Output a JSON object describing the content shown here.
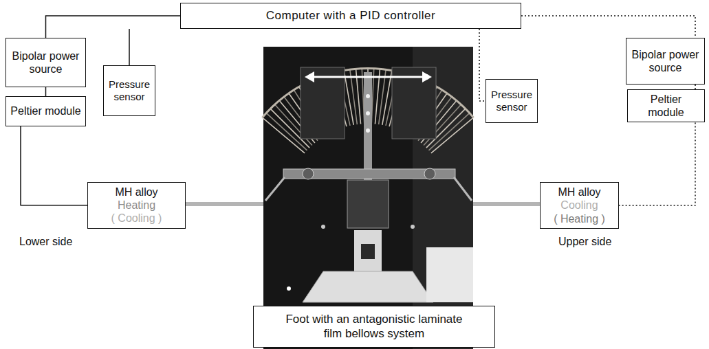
{
  "diagram": {
    "nodes": [
      {
        "text": [
          "Computer  with a PID controller"
        ]
      },
      {
        "text": [
          "Bipolar power source"
        ]
      },
      {
        "text": [
          "Peltier module"
        ]
      },
      {
        "text": [
          "Pressure sensor"
        ]
      },
      {
        "text": [
          "MH alloy",
          "Heating",
          "( Cooling )"
        ]
      },
      {
        "text": [
          "Pressure sensor"
        ]
      },
      {
        "text": [
          "Bipolar power source"
        ]
      },
      {
        "text": [
          "Peltier module"
        ]
      },
      {
        "text": [
          "MH alloy",
          "Cooling",
          "( Heating )"
        ]
      },
      {
        "text": [
          "Foot with an antagonistic laminate film bellows system"
        ]
      }
    ],
    "edges": [
      {
        "from": 0,
        "to": 1,
        "arrow": "none"
      },
      {
        "from": 0,
        "to": 3,
        "arrow": "none"
      },
      {
        "from": 1,
        "to": 2,
        "arrow": "none"
      },
      {
        "from": 2,
        "to": 4,
        "arrow": "none"
      },
      {
        "from": 0,
        "to": 5,
        "arrow": "none"
      },
      {
        "from": 0,
        "to": 6,
        "arrow": "none"
      },
      {
        "from": 6,
        "to": 7,
        "arrow": "none"
      },
      {
        "from": 7,
        "to": 8,
        "arrow": "none"
      }
    ],
    "labels": [
      "Lower side",
      "Upper side"
    ]
  }
}
